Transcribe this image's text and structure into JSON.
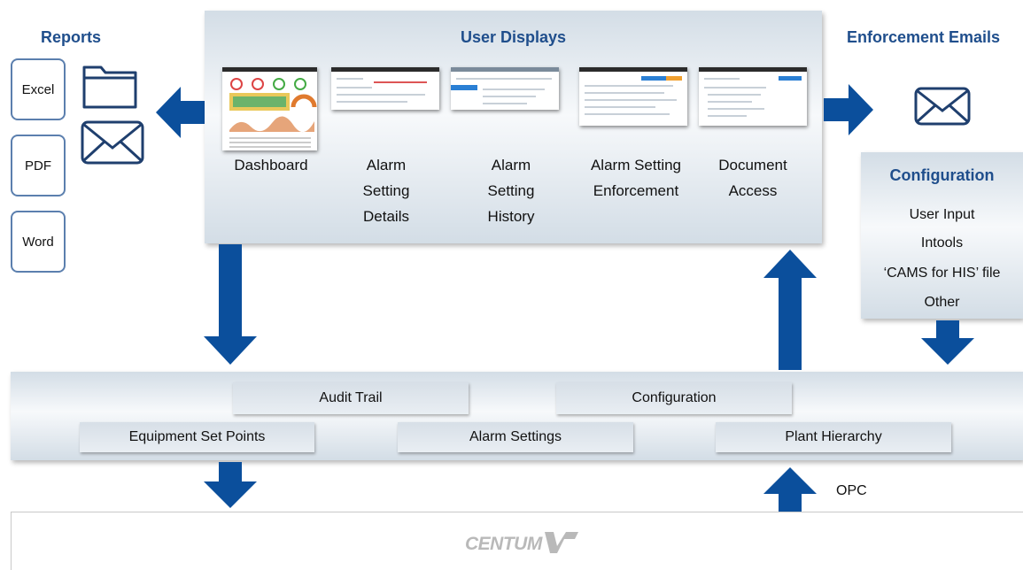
{
  "reports": {
    "title": "Reports",
    "formats": [
      "Excel",
      "PDF",
      "Word"
    ]
  },
  "user_displays": {
    "title": "User Displays",
    "items": [
      {
        "lines": [
          "Dashboard"
        ]
      },
      {
        "lines": [
          "Alarm",
          "Setting",
          "Details"
        ]
      },
      {
        "lines": [
          "Alarm",
          "Setting",
          "History"
        ]
      },
      {
        "lines": [
          "Alarm Setting",
          "Enforcement"
        ]
      },
      {
        "lines": [
          "Document",
          "Access"
        ]
      }
    ]
  },
  "enforcement": {
    "title": "Enforcement Emails"
  },
  "configuration_panel": {
    "title": "Configuration",
    "items": [
      "User Input",
      "Intools",
      "‘CAMS for HIS’ file",
      "Other"
    ]
  },
  "database": {
    "audit_trail": "Audit Trail",
    "configuration": "Configuration",
    "equipment_set_points": "Equipment Set Points",
    "alarm_settings": "Alarm Settings",
    "plant_hierarchy": "Plant Hierarchy"
  },
  "opc_label": "OPC",
  "system_logo": "CENTUM VP",
  "colors": {
    "arrow": "#0b4f9c",
    "heading": "#1f4e8c",
    "icon": "#1f3f6e"
  }
}
